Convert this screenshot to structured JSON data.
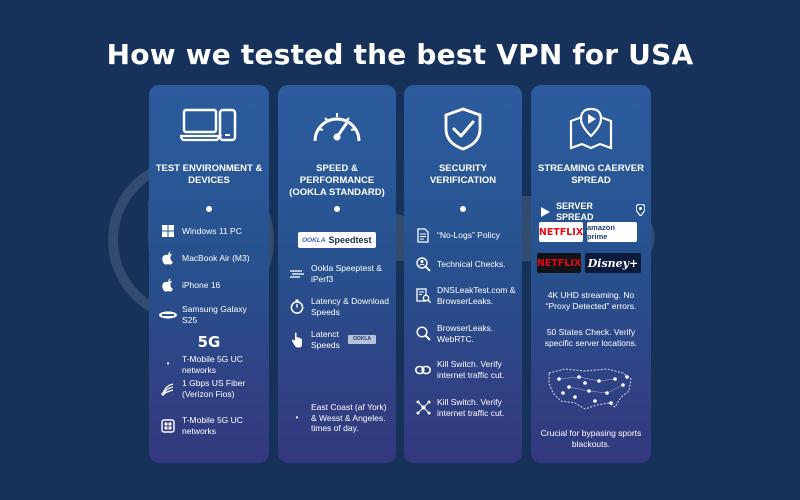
{
  "title": "How we tested the best VPN for USA",
  "watermark": "Safelyo",
  "colors": {
    "background": "#16325a",
    "card_top": "#2c5c9e",
    "card_bottom": "#34387e",
    "netflix": "#e50914",
    "disney": "#0b1a3d"
  },
  "columns": [
    {
      "heading": "TEST ENVIRONMENT & DEVICES",
      "icon": "laptop-phone-icon",
      "items": [
        {
          "icon": "windows-icon",
          "text": "Windows 11 PC"
        },
        {
          "icon": "apple-icon",
          "text": "MacBook Air (M3)"
        },
        {
          "icon": "apple-icon",
          "text": "iPhone 16"
        },
        {
          "icon": "samsung-icon",
          "text": "Samsung Galaxy S25"
        },
        {
          "icon": "5g-icon",
          "label": "5G",
          "text": "T-Mobile 5G UC networks"
        },
        {
          "icon": "fiber-icon",
          "text": "1 Gbps US Fiber (Verizon Fios)"
        },
        {
          "icon": "network-icon",
          "text": "T-Mobile 5G UC networks"
        }
      ]
    },
    {
      "heading": "SPEED & PERFORMANCE (OOKLA STANDARD)",
      "icon": "speedometer-icon",
      "speedtest_label": "Speedtest",
      "ookla_label": "OOKLA",
      "items": [
        {
          "icon": "speed-lines-icon",
          "text": "Ookla Speeptest & iPerf3"
        },
        {
          "icon": "stopwatch-icon",
          "text": "Latency & Download Speeds"
        },
        {
          "icon": "hand-icon",
          "text": "Latenct Speeds"
        }
      ],
      "footer": "East Coast (af York) & Wesst & Angeles. times of day."
    },
    {
      "heading": "SECURITY VERIFICATION",
      "icon": "shield-check-icon",
      "items": [
        {
          "icon": "document-icon",
          "text": "“No-Logs” Policy"
        },
        {
          "icon": "magnifier-person-icon",
          "text": "Technical Checks."
        },
        {
          "icon": "report-search-icon",
          "text": "DNSLeakTest.com & BrowserLeaks."
        },
        {
          "icon": "search-icon",
          "text": "BrowserLeaks. WebRTC."
        },
        {
          "icon": "link-icon",
          "text": "Kill Switch. Verify internet traffic cut."
        },
        {
          "icon": "nodes-icon",
          "text": "Kill Switch. Verify internet traffic cut."
        }
      ]
    },
    {
      "heading": "STREAMING CAERVER SPREAD",
      "icon": "map-play-icon",
      "server_label": "SERVER SPREAD",
      "brands": [
        "NETFLIX",
        "amazon prime",
        "NETFLIX",
        "Disney+"
      ],
      "note1": "4K UHD streaming. No “Proxy Detected” errors.",
      "note2": "50 States Check. Verify specific server locations.",
      "note3": "Crucial for bypasing sports blackouts."
    }
  ]
}
